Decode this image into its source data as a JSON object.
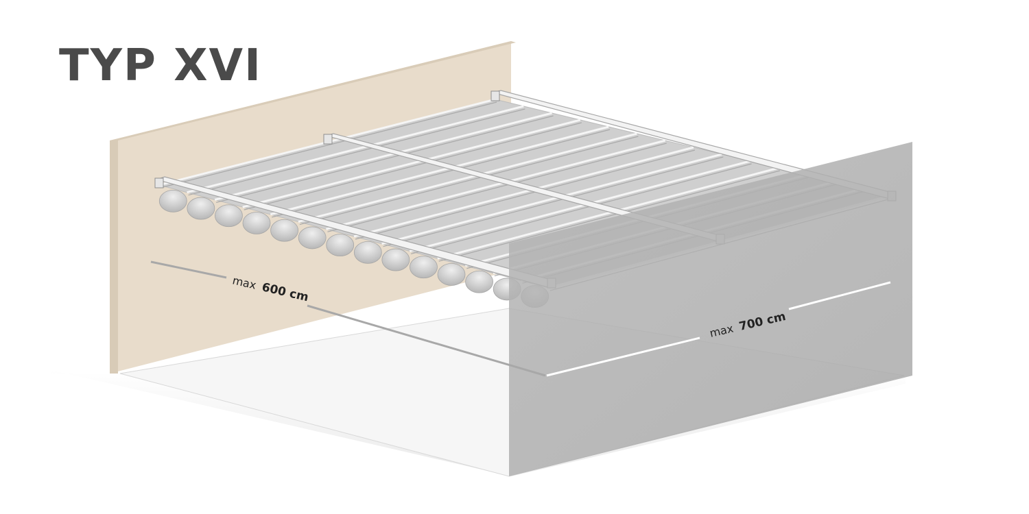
{
  "title": "TYP XVI",
  "dimensions": {
    "depth": {
      "prefix": "max",
      "value": "600 cm"
    },
    "width": {
      "prefix": "max",
      "value": "700 cm"
    }
  },
  "colors": {
    "wall_left": "#e8dccb",
    "wall_right": "#b9b9b9",
    "fabric": "#c9c9c9",
    "rail": "#f4f4f4",
    "title": "#4a4a4a"
  }
}
